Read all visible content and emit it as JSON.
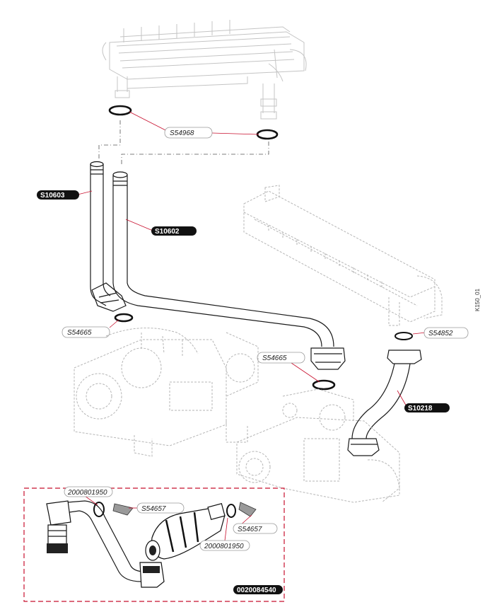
{
  "drawing_ref": "K150_01",
  "labels": {
    "s54968": "S54968",
    "s10603": "S10603",
    "s10602": "S10602",
    "s54665_a": "S54665",
    "s54665_b": "S54665",
    "s54852": "S54852",
    "s10218": "S10218",
    "p2000801950_a": "2000801950",
    "s54657_a": "S54657",
    "s54657_b": "S54657",
    "p2000801950_b": "2000801950",
    "p0020084540": "0020084540"
  },
  "colors": {
    "leader": "#c8102e",
    "kit_border": "#c8102e",
    "tag_fill": "#111111",
    "ghost_lines": "#b5b5b5"
  }
}
